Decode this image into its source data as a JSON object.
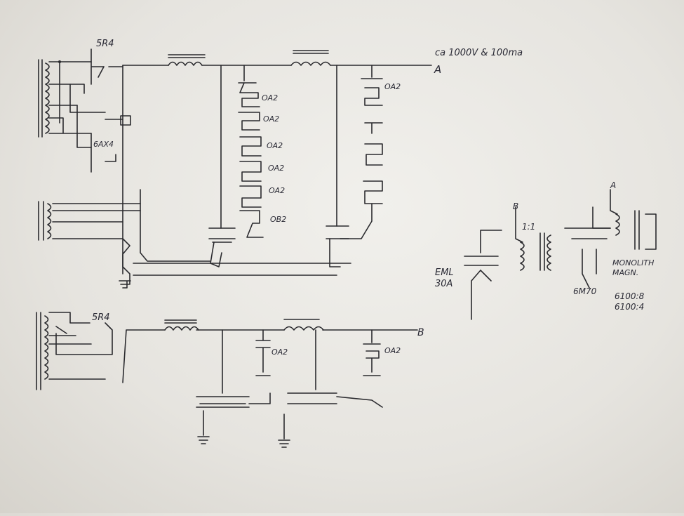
{
  "labels": {
    "rect_top": "5R4",
    "rect_top2": "6AX4",
    "output_a": "ca 1000V & 100ma",
    "node_a": "A",
    "vr_1": "OA2",
    "vr_2": "OA2",
    "vr_3": "OA2",
    "vr_4": "OA2",
    "vr_5": "OA2",
    "vr_6": "OB2",
    "vr_right": "OA2",
    "rect_bottom": "5R4",
    "vr_b1": "OA2",
    "vr_b2": "OA2",
    "node_b": "B",
    "node_b_right": "B",
    "ratio": "1:1",
    "node_a_right": "A",
    "tube_eml": "EML",
    "tube_eml2": "30A",
    "tube_6m70": "6M70",
    "mono_1": "MONOLITH",
    "mono_2": "MAGN.",
    "ratio_1": "6100:8",
    "ratio_2": "6100:4"
  }
}
